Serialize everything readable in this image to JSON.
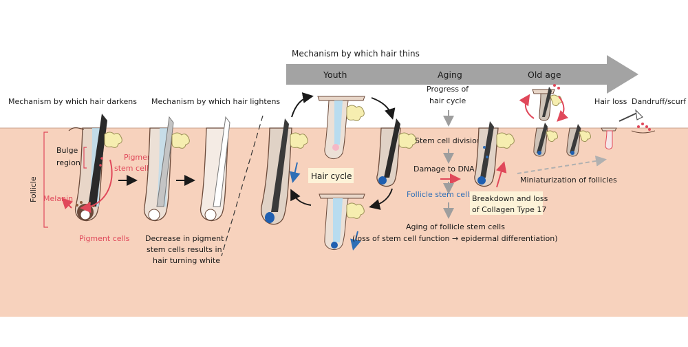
{
  "top_title": "Mechanism by which hair thins",
  "stages": [
    "Youth",
    "Aging",
    "Old age"
  ],
  "headers": {
    "darkens": "Mechanism by which hair darkens",
    "lightens": "Mechanism by which hair lightens"
  },
  "labels": {
    "bulge_region_1": "Bulge",
    "bulge_region_2": "region",
    "pigment_stem_1": "Pigment",
    "pigment_stem_2": "stem cells",
    "follicle": "Follicle",
    "melanin": "Melanin",
    "pigment_cells": "Pigment cells",
    "decrease_1": "Decrease in pigment",
    "decrease_2": "stem cells results in",
    "decrease_3": "hair turning white",
    "hair_cycle": "Hair cycle",
    "progress_1": "Progress of",
    "progress_2": "hair cycle",
    "stem_cell_division": "Stem cell division",
    "damage_dna": "Damage to DNA",
    "follicle_stem_cells": "Follicle stem cells",
    "breakdown_1": "Breakdown and loss",
    "breakdown_2": "of Collagen Type 17",
    "aging_stem_1": "Aging of follicle stem cells",
    "aging_stem_2": "(loss of stem cell function → epidermal differentiation)",
    "miniaturization": "Miniaturization of follicles",
    "hair_loss": "Hair loss",
    "dandruff": "Dandruff/scurf"
  },
  "colors": {
    "skin": "#f7d2bd",
    "accent_red": "#e0485a",
    "accent_blue": "#2f6fb6",
    "arrow_gray": "#9e9e9e",
    "highlight": "#fdf3d8",
    "follicle_fill": "#b8dcef",
    "sebaceous": "#f6eeb0"
  }
}
